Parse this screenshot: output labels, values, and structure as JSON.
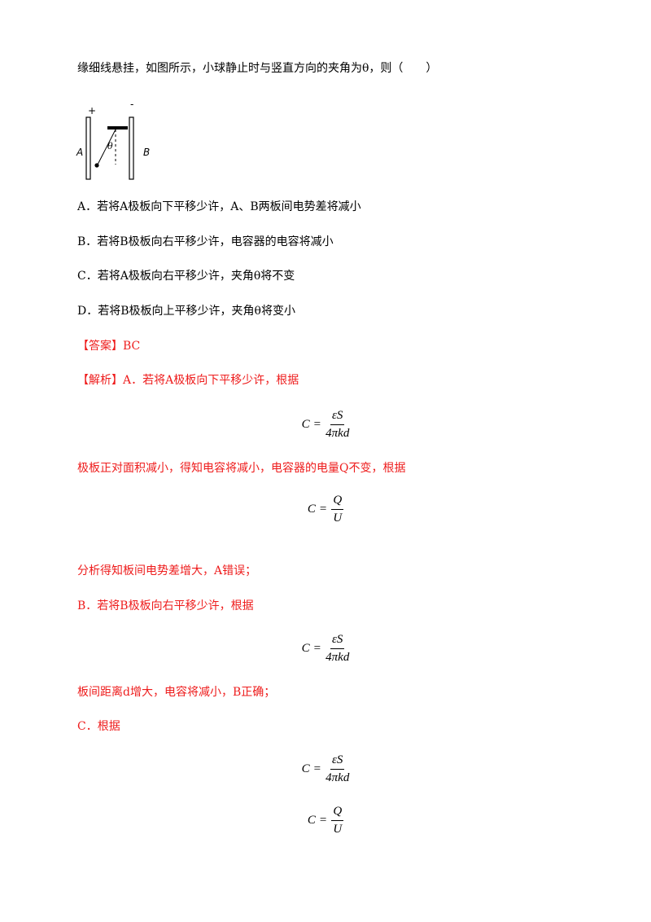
{
  "question": {
    "stem": "缘细线悬挂，如图所示，小球静止时与竖直方向的夹角为θ，则（　　）",
    "figure": {
      "plus_sign": "+",
      "minus_sign": "-",
      "plate_a_label": "A",
      "plate_b_label": "B",
      "angle_label": "θ"
    },
    "options": [
      "A．若将A极板向下平移少许，A、B两板间电势差将减小",
      "B．若将B极板向右平移少许，电容器的电容将减小",
      "C．若将A极板向右平移少许，夹角θ将不变",
      "D．若将B极板向上平移少许，夹角θ将变小"
    ]
  },
  "answer": {
    "label": "【答案】",
    "value": "BC"
  },
  "analysis": {
    "label": "【解析】",
    "line_a": "A．若将A极板向下平移少许，根据",
    "text_1": "极板正对面积减小，得知电容将减小，电容器的电量Q不变，根据",
    "text_2": "分析得知板间电势差增大，A错误；",
    "text_3": "B．若将B极板向右平移少许，根据",
    "text_4": "板间距离d增大，电容将减小，B正确；",
    "text_5": "C．根据"
  },
  "formulas": {
    "lhs": "C",
    "equals": "=",
    "cap_num": "εS",
    "cap_den": "4πkd",
    "def_num": "Q",
    "def_den": "U"
  },
  "colors": {
    "answer_red": "#ee1c1c",
    "text_black": "#000000"
  }
}
